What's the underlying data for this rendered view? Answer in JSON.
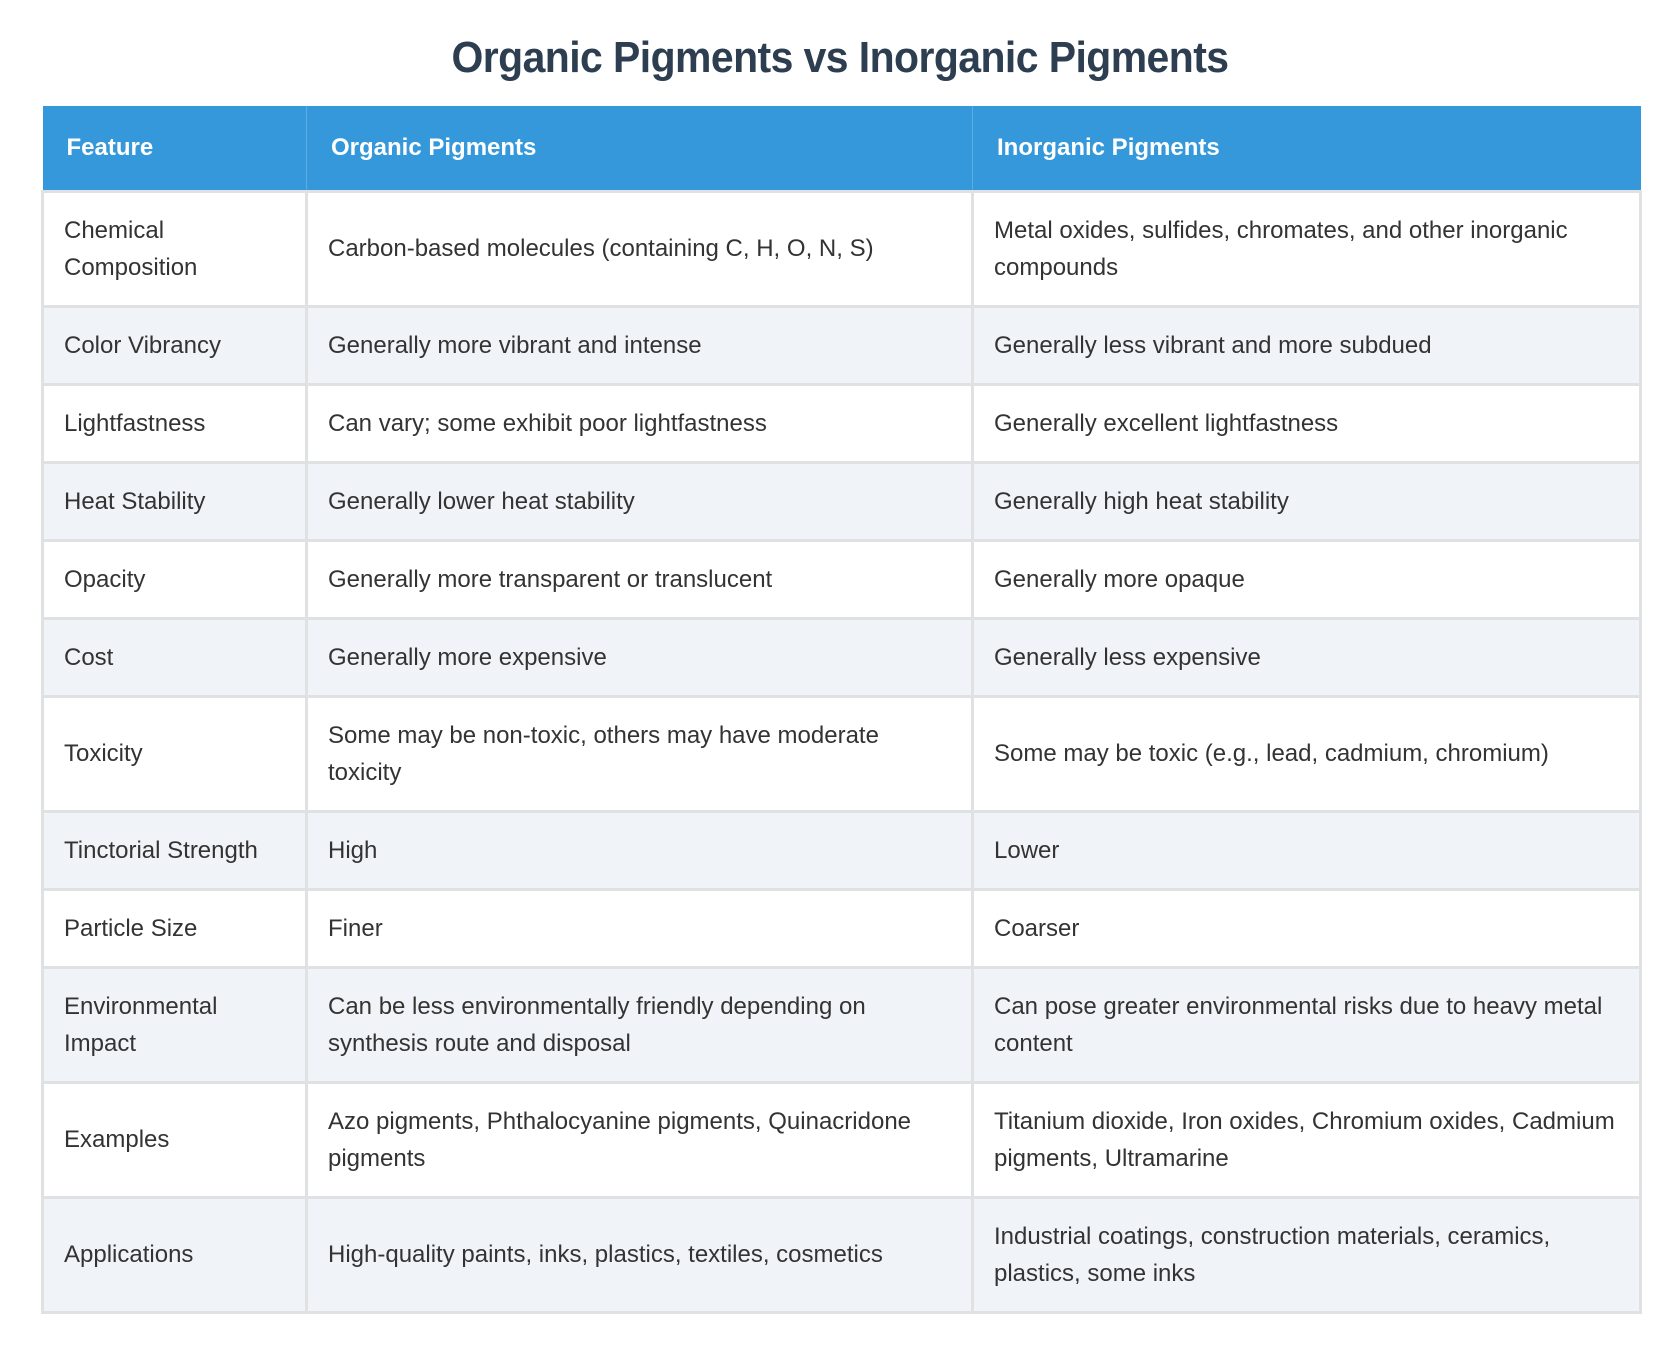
{
  "title": "Organic Pigments vs Inorganic Pigments",
  "colors": {
    "title": "#2c3e50",
    "header_bg": "#3498db",
    "header_text": "#ffffff",
    "row_alt_bg": "#f0f4f8",
    "row_bg": "#ffffff",
    "body_text": "#333333",
    "border": "#dfe1e3"
  },
  "table": {
    "headers": [
      "Feature",
      "Organic Pigments",
      "Inorganic Pigments"
    ],
    "rows": [
      {
        "feature": "Chemical Composition",
        "organic": "Carbon-based molecules (containing C, H, O, N, S)",
        "inorganic": "Metal oxides, sulfides, chromates, and other inorganic compounds"
      },
      {
        "feature": "Color Vibrancy",
        "organic": "Generally more vibrant and intense",
        "inorganic": "Generally less vibrant and more subdued"
      },
      {
        "feature": "Lightfastness",
        "organic": "Can vary; some exhibit poor lightfastness",
        "inorganic": "Generally excellent lightfastness"
      },
      {
        "feature": "Heat Stability",
        "organic": "Generally lower heat stability",
        "inorganic": "Generally high heat stability"
      },
      {
        "feature": "Opacity",
        "organic": "Generally more transparent or translucent",
        "inorganic": "Generally more opaque"
      },
      {
        "feature": "Cost",
        "organic": "Generally more expensive",
        "inorganic": "Generally less expensive"
      },
      {
        "feature": "Toxicity",
        "organic": "Some may be non-toxic, others may have moderate toxicity",
        "inorganic": "Some may be toxic (e.g., lead, cadmium, chromium)"
      },
      {
        "feature": "Tinctorial Strength",
        "organic": "High",
        "inorganic": "Lower"
      },
      {
        "feature": "Particle Size",
        "organic": "Finer",
        "inorganic": "Coarser"
      },
      {
        "feature": "Environmental Impact",
        "organic": "Can be less environmentally friendly depending on synthesis route and disposal",
        "inorganic": "Can pose greater environmental risks due to heavy metal content"
      },
      {
        "feature": "Examples",
        "organic": "Azo pigments, Phthalocyanine pigments, Quinacridone pigments",
        "inorganic": "Titanium dioxide, Iron oxides, Chromium oxides, Cadmium pigments, Ultramarine"
      },
      {
        "feature": "Applications",
        "organic": "High-quality paints, inks, plastics, textiles, cosmetics",
        "inorganic": "Industrial coatings, construction materials, ceramics, plastics, some inks"
      }
    ]
  }
}
